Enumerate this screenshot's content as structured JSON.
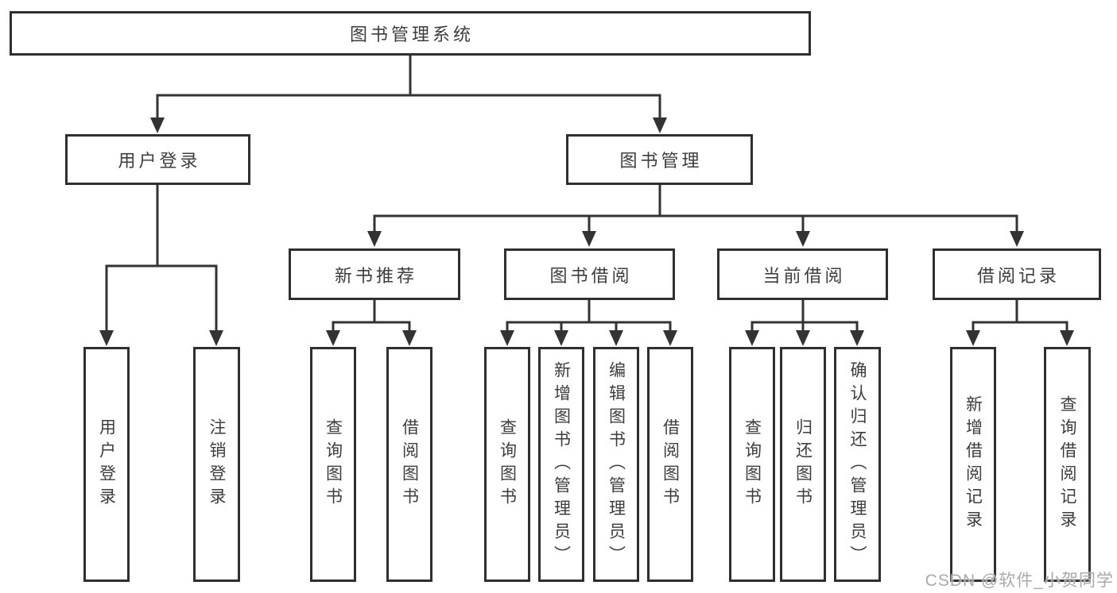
{
  "tree": {
    "root": {
      "label": "图书管理系统"
    },
    "branches": [
      {
        "label": "用户登录",
        "children": [
          {
            "label": "用户登录"
          },
          {
            "label": "注销登录"
          }
        ]
      },
      {
        "label": "图书管理",
        "groups": [
          {
            "label": "新书推荐",
            "children": [
              {
                "label": "查询图书"
              },
              {
                "label": "借阅图书"
              }
            ]
          },
          {
            "label": "图书借阅",
            "children": [
              {
                "label": "查询图书"
              },
              {
                "label": "新增图书（管理员）"
              },
              {
                "label": "编辑图书（管理员）"
              },
              {
                "label": "借阅图书"
              }
            ]
          },
          {
            "label": "当前借阅",
            "children": [
              {
                "label": "查询图书"
              },
              {
                "label": "归还图书"
              },
              {
                "label": "确认归还（管理员）"
              }
            ]
          },
          {
            "label": "借阅记录",
            "children": [
              {
                "label": "新增借阅记录"
              },
              {
                "label": "查询借阅记录"
              }
            ]
          }
        ]
      }
    ]
  },
  "watermark": {
    "text": "CSDN @软件_小贺同学"
  },
  "colors": {
    "background": "#ffffff",
    "line": "#333333",
    "box_border": "#2f2f2f",
    "text": "#3d3d3d",
    "watermark": "#a9a9a9"
  }
}
